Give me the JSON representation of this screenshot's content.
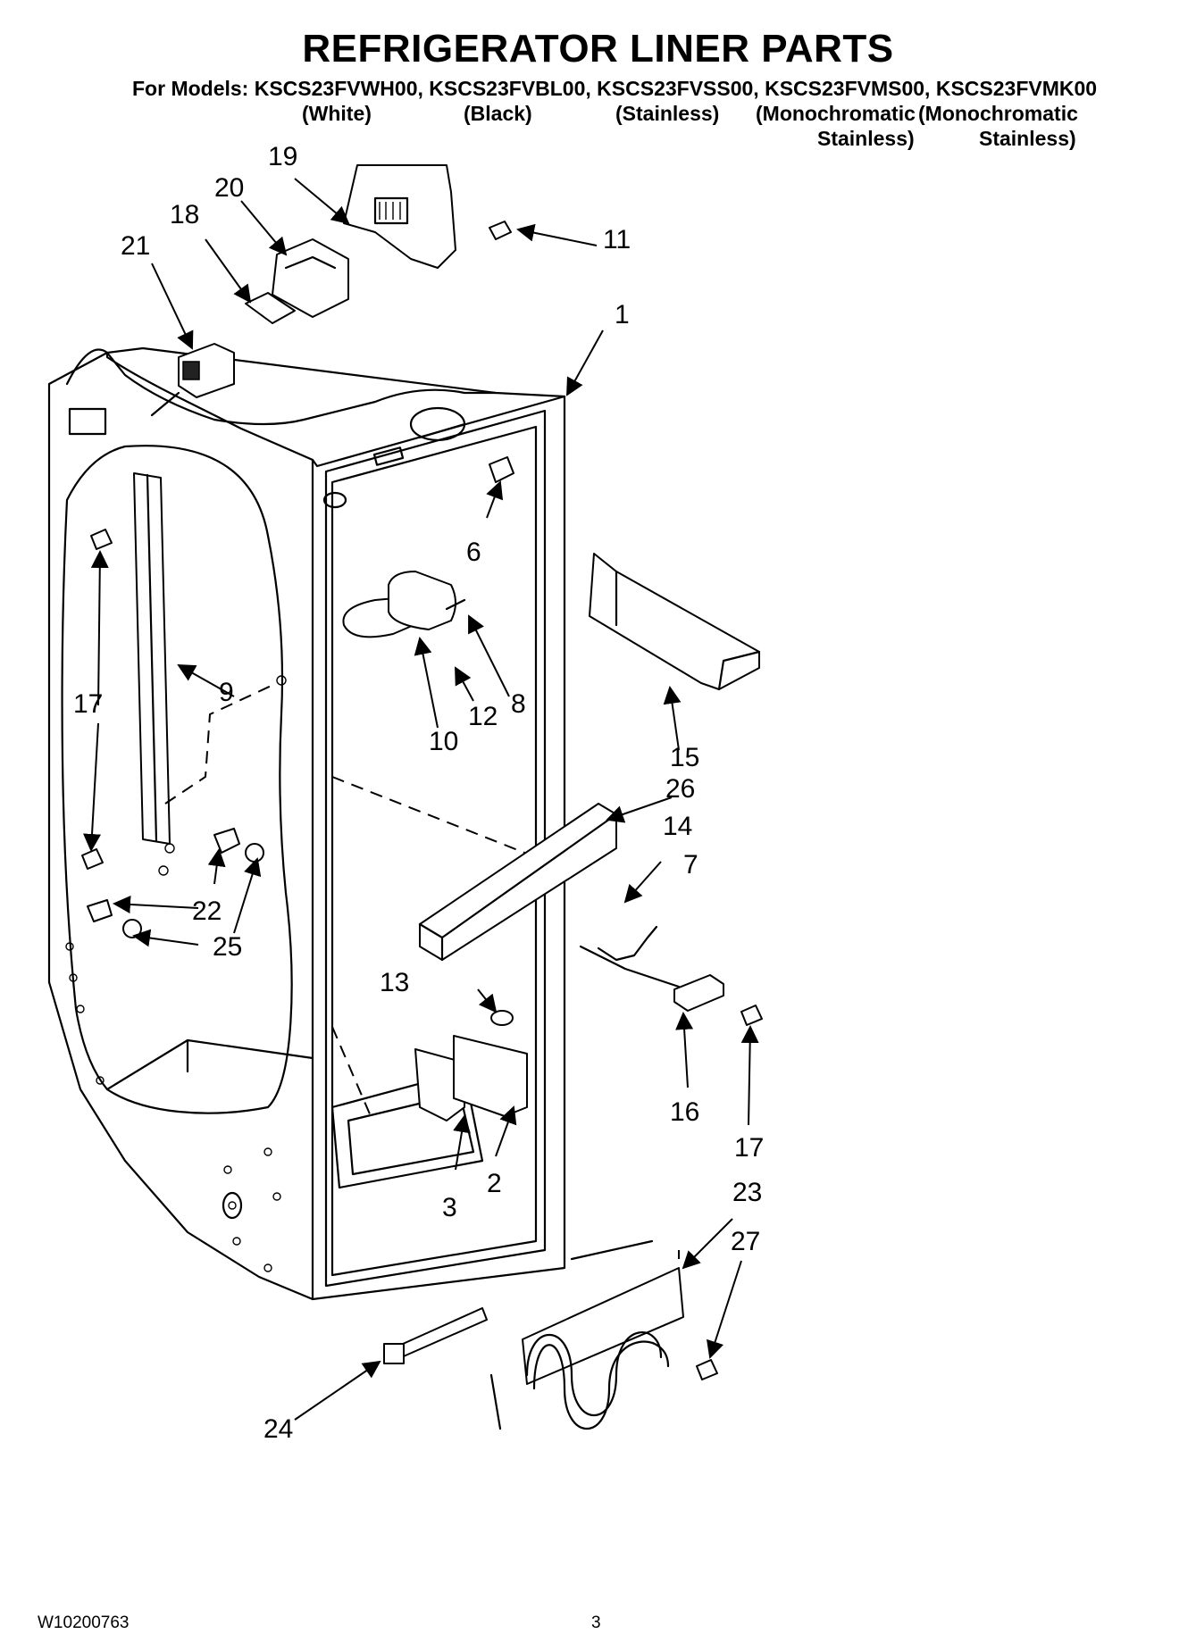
{
  "header": {
    "title": "REFRIGERATOR LINER PARTS",
    "models_line": "For Models: KSCS23FVWH00, KSCS23FVBL00, KSCS23FVSS00, KSCS23FVMS00, KSCS23FVMK00",
    "finishes": {
      "white": "(White)",
      "black": "(Black)",
      "stainless": "(Stainless)",
      "mono1_line1": "(Monochromatic",
      "mono1_line2": "Stainless)",
      "mono2_line1": "(Monochromatic",
      "mono2_line2": "Stainless)"
    }
  },
  "callouts": {
    "c1": "1",
    "c2": "2",
    "c3": "3",
    "c6": "6",
    "c7": "7",
    "c8": "8",
    "c9": "9",
    "c10": "10",
    "c11": "11",
    "c12": "12",
    "c13": "13",
    "c14": "14",
    "c15": "15",
    "c16": "16",
    "c17a": "17",
    "c17b": "17",
    "c18": "18",
    "c19": "19",
    "c20": "20",
    "c21": "21",
    "c22": "22",
    "c23": "23",
    "c24": "24",
    "c25": "25",
    "c26": "26",
    "c27": "27"
  },
  "footer": {
    "doc_number": "W10200763",
    "page_number": "3"
  }
}
